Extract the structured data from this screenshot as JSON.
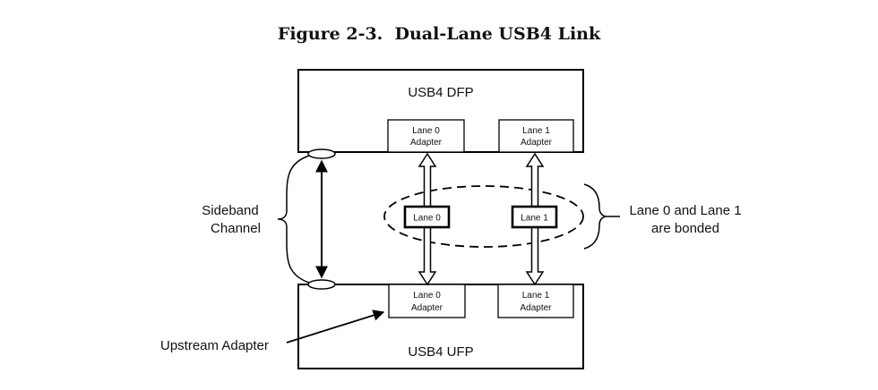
{
  "title": "Figure 2-3.  Dual-Lane USB4 Link",
  "dfp": {
    "label": "USB4 DFP",
    "adapters": [
      {
        "line1": "Lane 0",
        "line2": "Adapter"
      },
      {
        "line1": "Lane 1",
        "line2": "Adapter"
      }
    ]
  },
  "ufp": {
    "label": "USB4 UFP",
    "adapters": [
      {
        "line1": "Lane 0",
        "line2": "Adapter"
      },
      {
        "line1": "Lane 1",
        "line2": "Adapter"
      }
    ]
  },
  "lanes": [
    "Lane 0",
    "Lane 1"
  ],
  "sideband": {
    "line1": "Sideband",
    "line2": "Channel"
  },
  "bonded_note": {
    "line1": "Lane 0 and Lane 1",
    "line2": "are bonded"
  },
  "upstream_label": "Upstream Adapter"
}
